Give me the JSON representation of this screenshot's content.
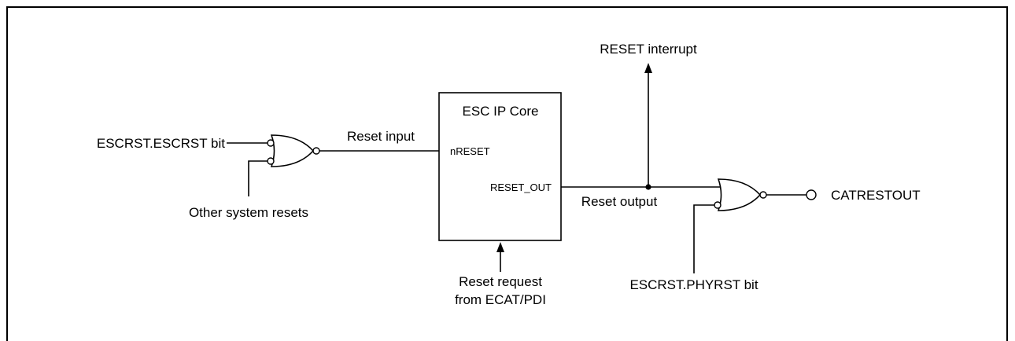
{
  "inputs": {
    "escrst_escrst_bit": "ESCRST.ESCRST bit",
    "other_system_resets": "Other system resets",
    "escrst_phyrst_bit": "ESCRST.PHYRST bit"
  },
  "signals": {
    "reset_input": "Reset input",
    "reset_output": "Reset output",
    "reset_interrupt": "RESET interrupt",
    "reset_request_line1": "Reset request",
    "reset_request_line2": "from ECAT/PDI"
  },
  "core": {
    "title": "ESC IP Core",
    "pin_nreset": "nRESET",
    "pin_reset_out": "RESET_OUT"
  },
  "outputs": {
    "catrestout": "CATRESTOUT"
  }
}
